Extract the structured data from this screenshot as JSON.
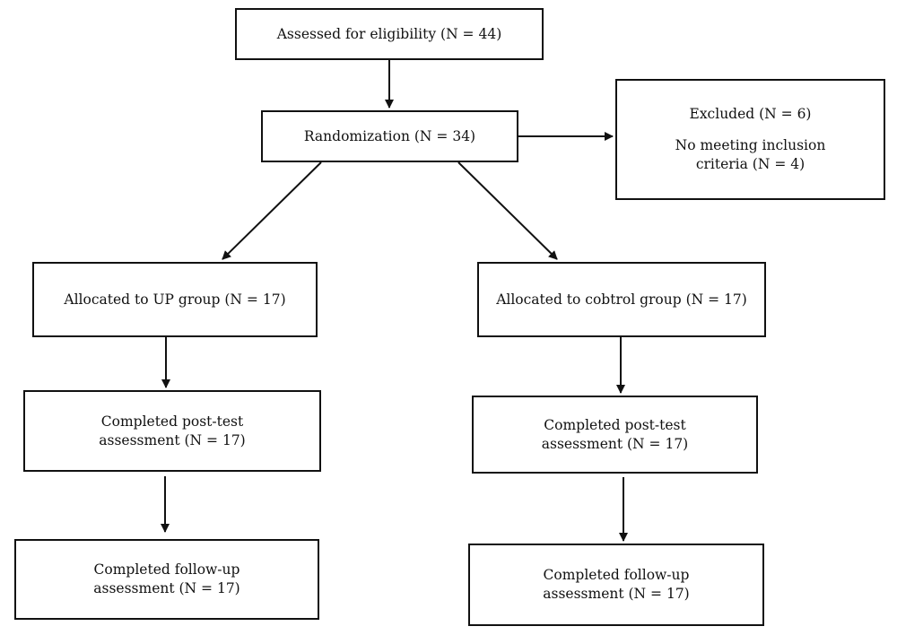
{
  "flowchart": {
    "eligibility": {
      "label": "Assessed for eligibility (N = 44)"
    },
    "randomization": {
      "label": "Randomization (N = 34)"
    },
    "excluded": {
      "title": "Excluded (N = 6)",
      "reason_line1": "No meeting inclusion",
      "reason_line2": "criteria (N = 4)"
    },
    "up_group": {
      "allocated": {
        "label": "Allocated to UP group (N = 17)"
      },
      "post_test": {
        "line1": "Completed post-test",
        "line2": "assessment (N = 17)"
      },
      "follow_up": {
        "line1": "Completed follow-up",
        "line2": "assessment (N = 17)"
      }
    },
    "control_group": {
      "allocated": {
        "label": "Allocated to cobtrol group (N = 17)"
      },
      "post_test": {
        "line1": "Completed post-test",
        "line2": "assessment (N = 17)"
      },
      "follow_up": {
        "line1": "Completed follow-up",
        "line2": "assessment (N = 17)"
      }
    }
  },
  "colors": {
    "stroke": "#111111",
    "background": "#ffffff"
  }
}
